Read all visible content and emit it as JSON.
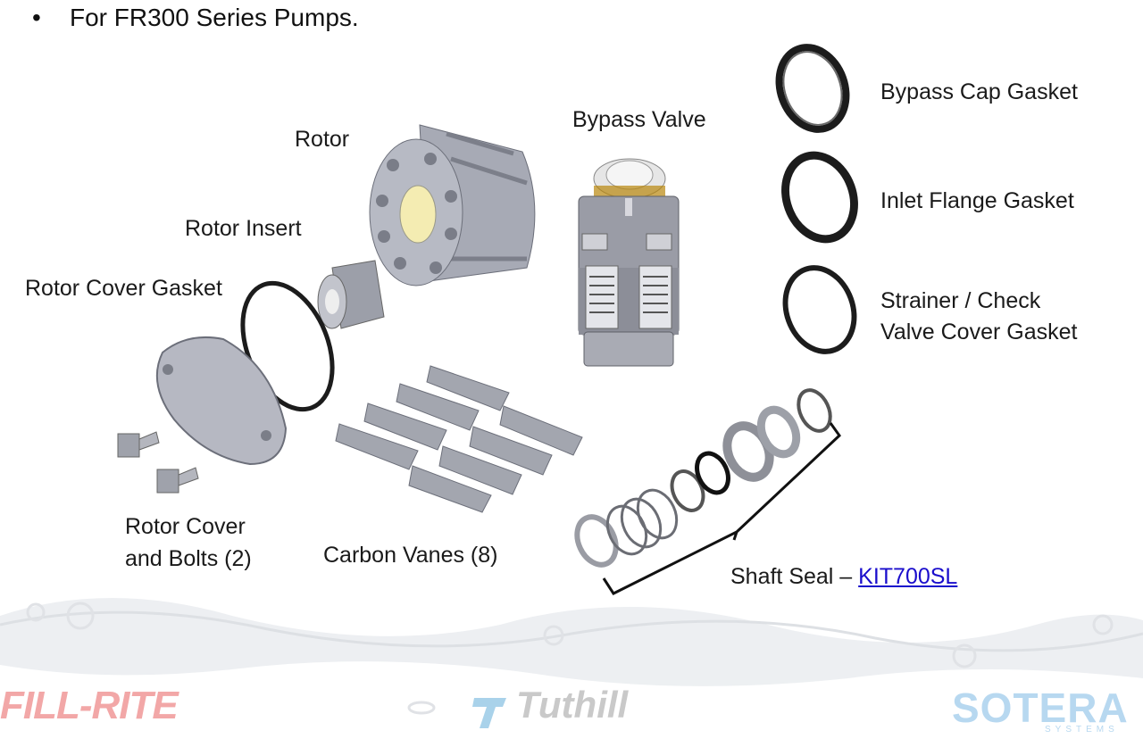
{
  "header": {
    "bullet": "•",
    "text": "For FR300 Series Pumps."
  },
  "labels": {
    "rotor": "Rotor",
    "rotor_insert": "Rotor Insert",
    "rotor_cover_gasket": "Rotor Cover Gasket",
    "rotor_cover_bolts_line1": "Rotor Cover",
    "rotor_cover_bolts_line2": "and Bolts (2)",
    "carbon_vanes": "Carbon Vanes (8)",
    "bypass_valve": "Bypass Valve",
    "bypass_cap_gasket": "Bypass Cap Gasket",
    "inlet_flange_gasket": "Inlet Flange Gasket",
    "strainer_line1": "Strainer / Check",
    "strainer_line2": "Valve Cover Gasket",
    "shaft_seal_prefix": "Shaft Seal – ",
    "shaft_seal_link": "KIT700SL"
  },
  "logos": {
    "fillrite": "FILL-RITE",
    "tuthill": "Tuthill",
    "sotera": "SOTERA",
    "sotera_sub": "SYSTEMS"
  },
  "colors": {
    "fillrite": "#f2a7a7",
    "tuthill": "#c9c9c9",
    "tuthill_mark": "#a9d2ea",
    "sotera": "#b7d8f0",
    "link": "#1a0dcc"
  }
}
